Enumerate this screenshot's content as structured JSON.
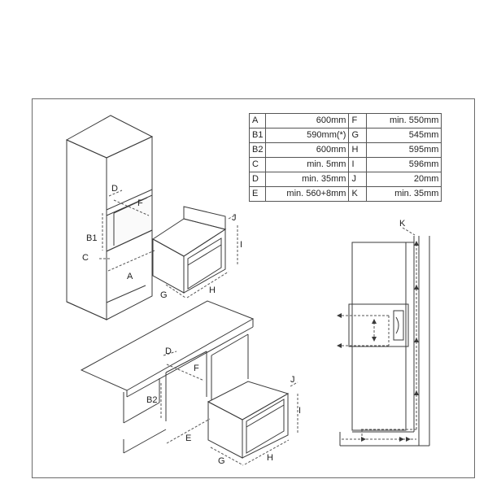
{
  "table": {
    "rows": [
      {
        "k1": "A",
        "v1": "600mm",
        "k2": "F",
        "v2": "min. 550mm"
      },
      {
        "k1": "B1",
        "v1": "590mm(*)",
        "k2": "G",
        "v2": "545mm"
      },
      {
        "k1": "B2",
        "v1": "600mm",
        "k2": "H",
        "v2": "595mm"
      },
      {
        "k1": "C",
        "v1": "min. 5mm",
        "k2": "I",
        "v2": "596mm"
      },
      {
        "k1": "D",
        "v1": "min. 35mm",
        "k2": "J",
        "v2": "20mm"
      },
      {
        "k1": "E",
        "v1": "min. 560+8mm",
        "k2": "K",
        "v2": "min. 35mm"
      }
    ]
  },
  "labels": {
    "A": "A",
    "B1": "B1",
    "B2": "B2",
    "C": "C",
    "D": "D",
    "E": "E",
    "F": "F",
    "G": "G",
    "H": "H",
    "I": "I",
    "J": "J",
    "K": "K"
  },
  "colors": {
    "line": "#3a3a3a",
    "dim": "#555555",
    "frame": "#6b6b6b"
  }
}
